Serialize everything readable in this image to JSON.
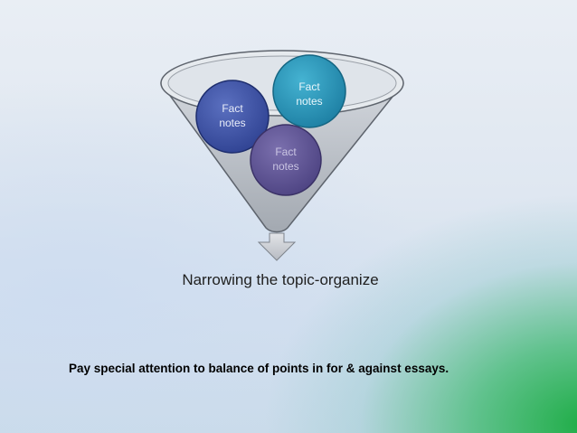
{
  "diagram": {
    "bubbles": [
      {
        "label_line1": "Fact",
        "label_line2": "notes",
        "color": "#3a4f9e"
      },
      {
        "label_line1": "Fact",
        "label_line2": "notes",
        "color": "#2a8fb0"
      },
      {
        "label_line1": "Fact",
        "label_line2": "notes",
        "color": "#5a4f8e"
      }
    ],
    "funnel_color": "#a8aeb6",
    "arrow_color": "#c9ccd1",
    "caption": "Narrowing the topic-organize"
  },
  "note": "Pay special attention to balance of points in for & against essays.",
  "colors": {
    "green_accent": "#1aa84a",
    "background": "#e6ecf3"
  }
}
